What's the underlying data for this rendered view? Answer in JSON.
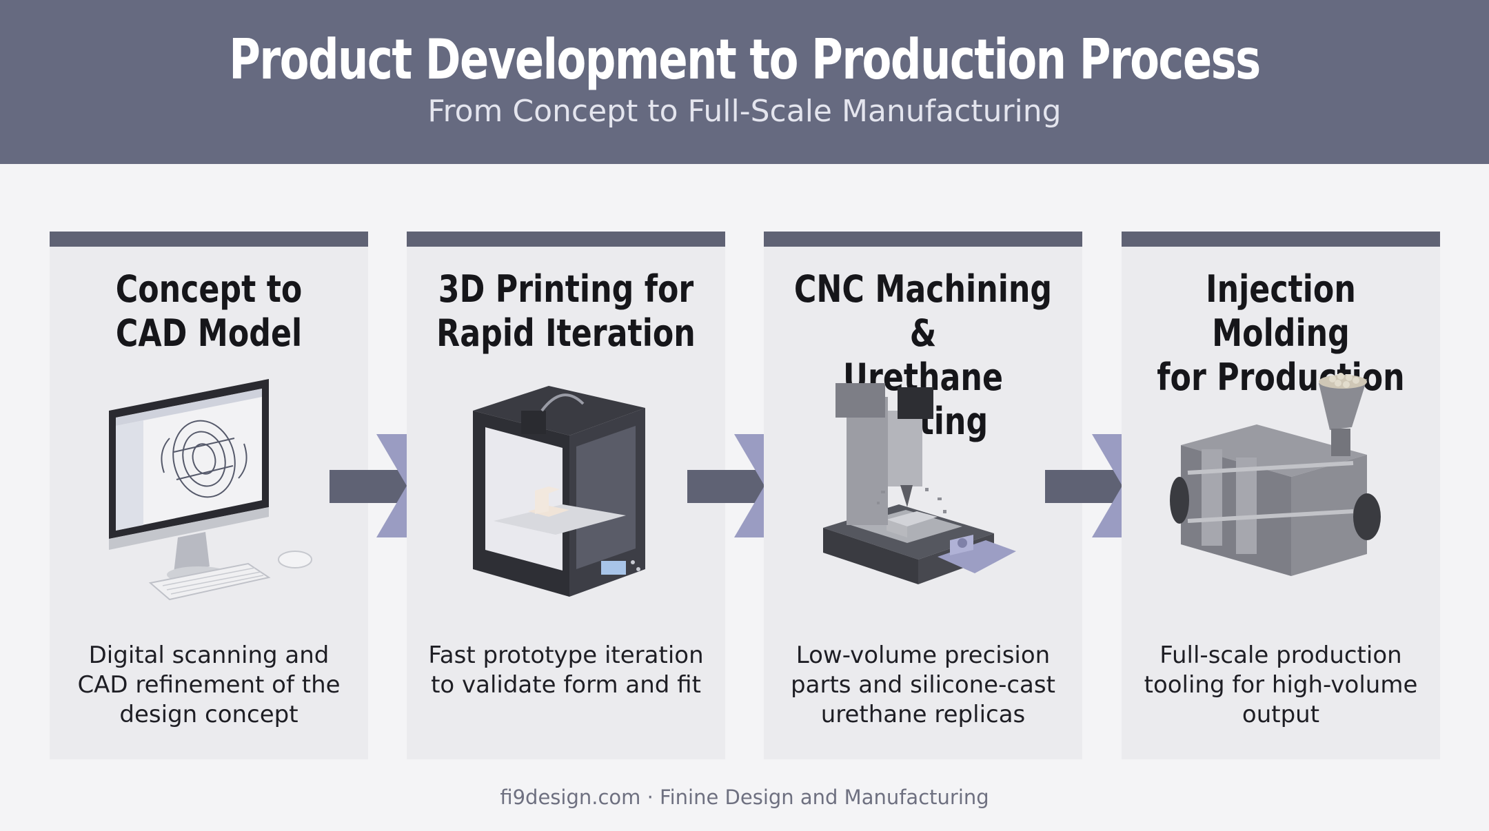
{
  "header": {
    "title": "Product Development to Production Process",
    "subtitle": "From Concept to Full-Scale Manufacturing"
  },
  "steps": [
    {
      "title": "Concept to\nCAD Model",
      "description": "Digital scanning and\nCAD refinement of the\ndesign concept",
      "icon": "computer-cad-icon"
    },
    {
      "title": "3D Printing for\nRapid Iteration",
      "description": "Fast prototype iteration\nto validate form and fit",
      "icon": "3d-printer-icon"
    },
    {
      "title": "CNC Machining &\nUrethane Casting",
      "description": "Low-volume precision\nparts and silicone-cast\nurethane replicas",
      "icon": "cnc-machine-icon"
    },
    {
      "title": "Injection Molding\nfor Production",
      "description": "Full-scale production\ntooling for high-volume\noutput",
      "icon": "injection-molding-machine-icon"
    }
  ],
  "footer": {
    "text": "fi9design.com · Finine Design and Manufacturing"
  },
  "colors": {
    "header_bg": "#666a80",
    "card_bg": "#ebebee",
    "card_bar": "#5f6274",
    "arrow_shaft": "#5f6274",
    "arrow_head": "#9a9cc2"
  }
}
